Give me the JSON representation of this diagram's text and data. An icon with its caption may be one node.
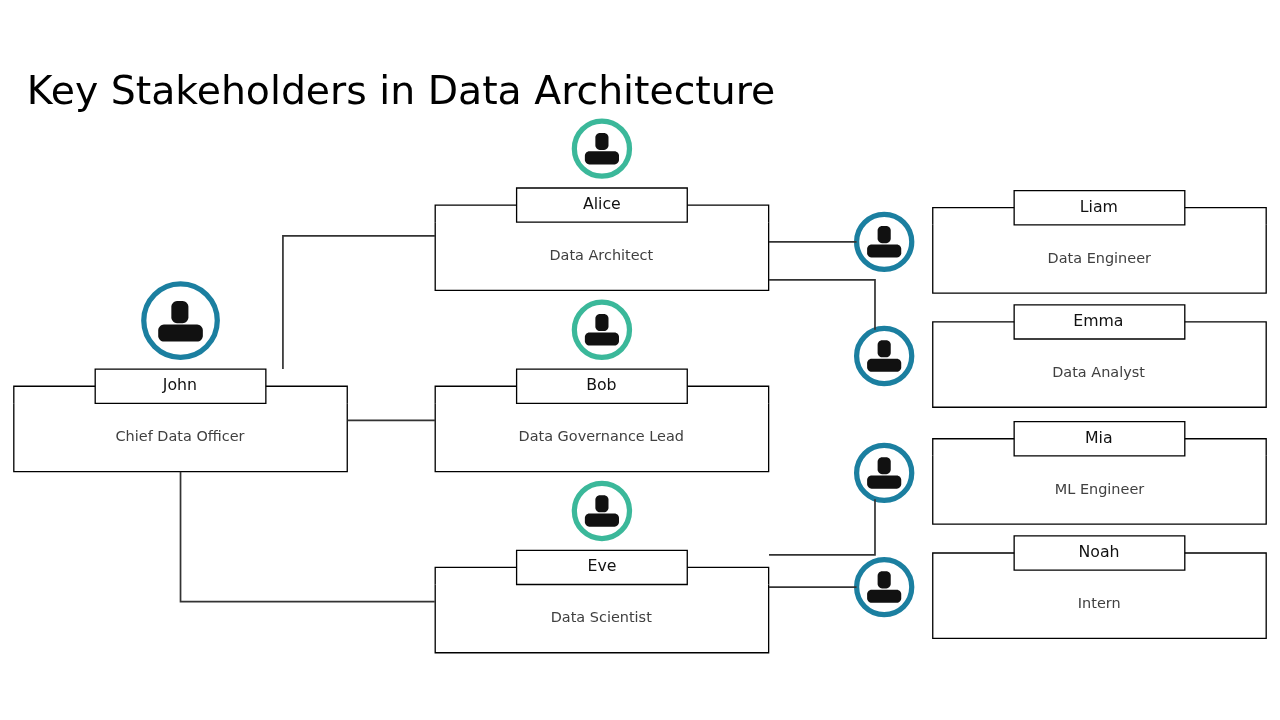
{
  "diagram": {
    "title": "Key Stakeholders in Data Architecture",
    "nodes": [
      {
        "text": [],
        "shape": "person"
      },
      {
        "text": [
          "John",
          "Chief Data Officer"
        ]
      },
      {
        "text": [],
        "shape": "person"
      },
      {
        "text": [
          "Alice",
          "Data Architect"
        ]
      },
      {
        "text": [],
        "shape": "person"
      },
      {
        "text": [
          "Bob",
          "Data Governance Lead"
        ]
      },
      {
        "text": [],
        "shape": "person"
      },
      {
        "text": [
          "Eve",
          "Data Scientist"
        ]
      },
      {
        "text": [],
        "shape": "person"
      },
      {
        "text": [
          "Liam",
          "Data Engineer"
        ]
      },
      {
        "text": [],
        "shape": "person"
      },
      {
        "text": [
          "Emma",
          "Data Analyst"
        ]
      },
      {
        "text": [],
        "shape": "person"
      },
      {
        "text": [
          "Mia",
          "ML Engineer"
        ]
      },
      {
        "text": [],
        "shape": "person"
      },
      {
        "text": [
          "Noah",
          "Intern"
        ]
      }
    ],
    "edges": [
      {
        "from": 1,
        "to": 3,
        "arrow": "none"
      },
      {
        "from": 1,
        "to": 5,
        "arrow": "none"
      },
      {
        "from": 1,
        "to": 7,
        "arrow": "none"
      },
      {
        "from": 3,
        "to": 8,
        "arrow": "none"
      },
      {
        "from": 3,
        "to": 10,
        "arrow": "none"
      },
      {
        "from": 7,
        "to": 12,
        "arrow": "none"
      },
      {
        "from": 7,
        "to": 14,
        "arrow": "none"
      }
    ]
  }
}
